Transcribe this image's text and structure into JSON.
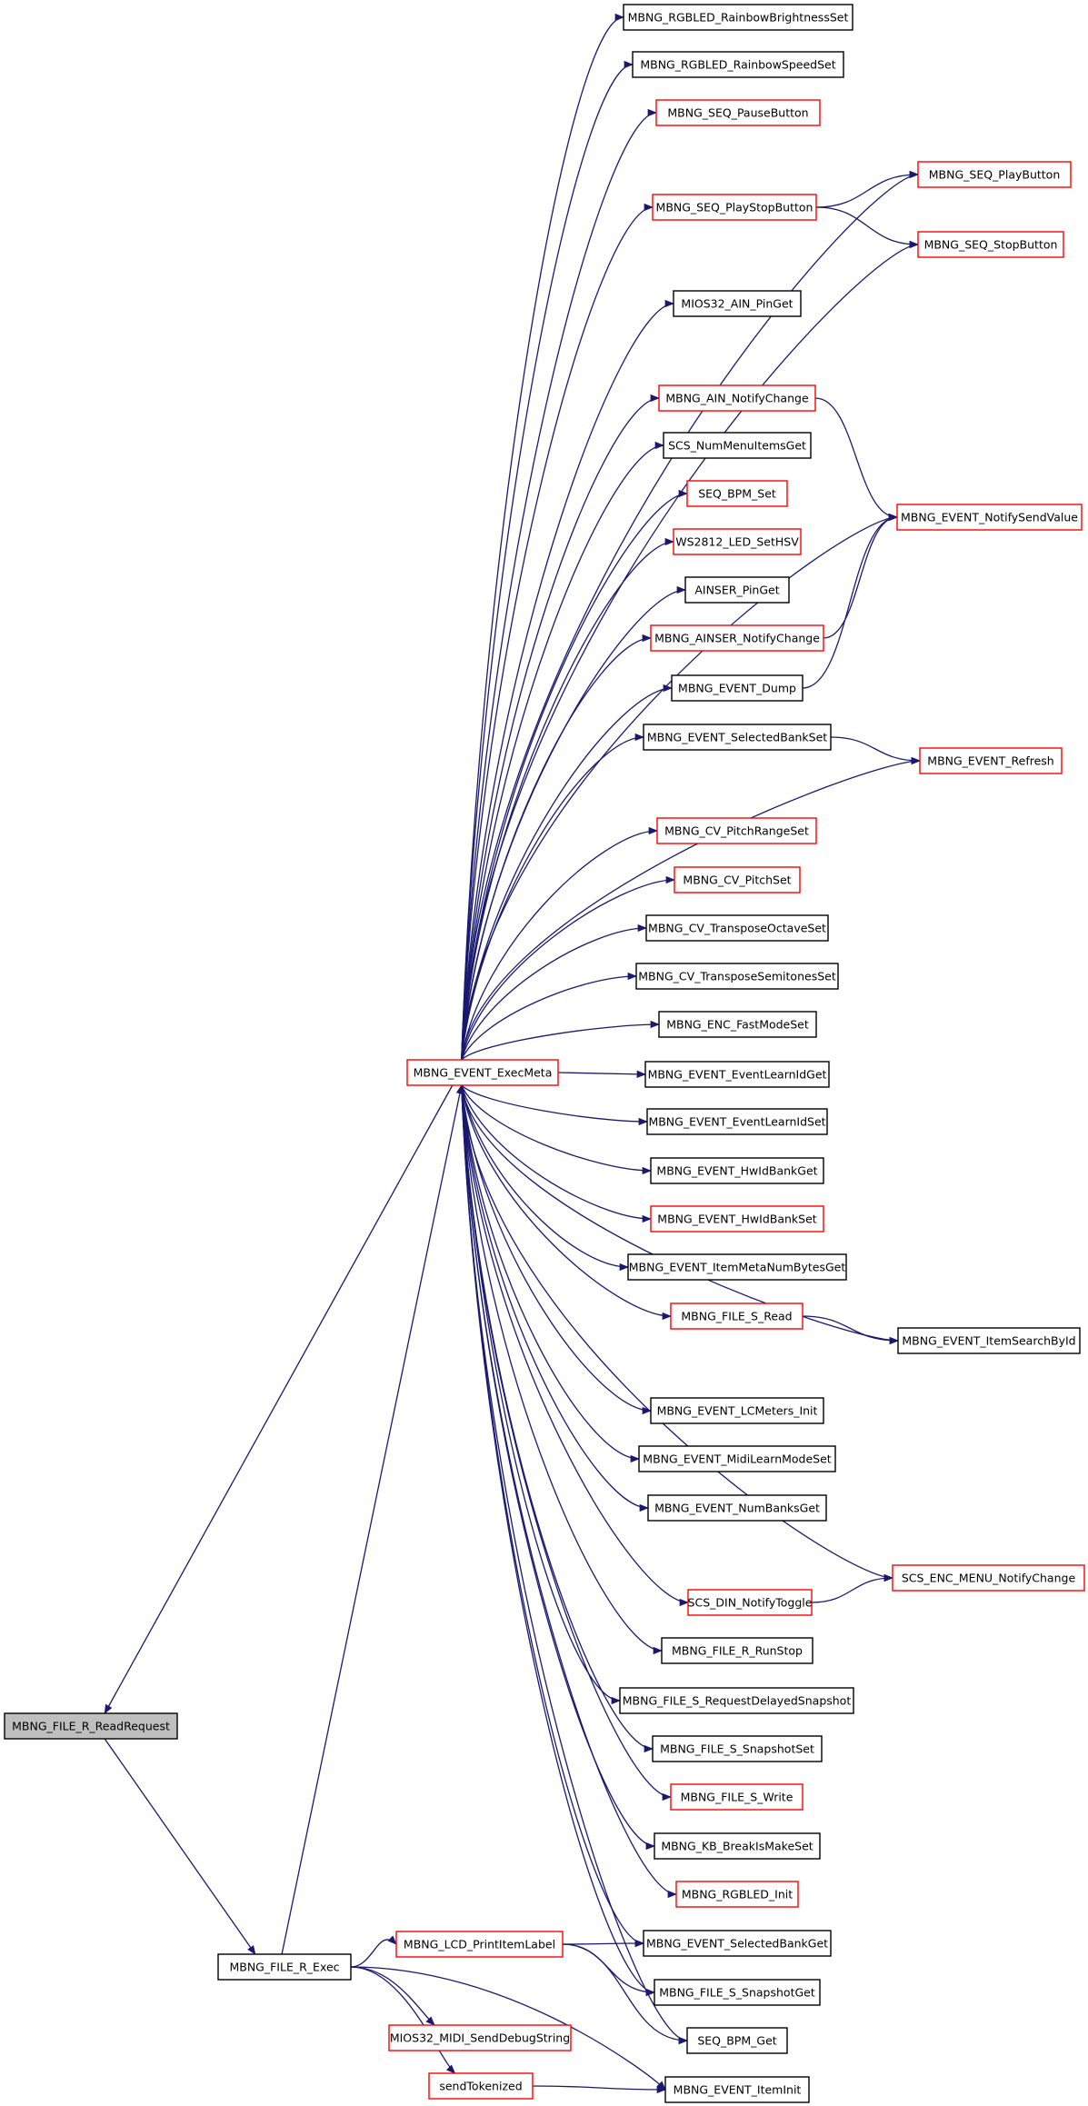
{
  "nodes": [
    {
      "id": "readrequest",
      "label": "MBNG_FILE_R_ReadRequest",
      "style": "root"
    },
    {
      "id": "exec",
      "label": "MBNG_FILE_R_Exec",
      "style": "black"
    },
    {
      "id": "execmeta",
      "label": "MBNG_EVENT_ExecMeta",
      "style": "red"
    },
    {
      "id": "lcdprint",
      "label": "MBNG_LCD_PrintItemLabel",
      "style": "red"
    },
    {
      "id": "sendDebug",
      "label": "MIOS32_MIDI_SendDebugString",
      "style": "red"
    },
    {
      "id": "sendTok",
      "label": "sendTokenized",
      "style": "red"
    },
    {
      "id": "rainbowBright",
      "label": "MBNG_RGBLED_RainbowBrightnessSet",
      "style": "black"
    },
    {
      "id": "rainbowSpeed",
      "label": "MBNG_RGBLED_RainbowSpeedSet",
      "style": "black"
    },
    {
      "id": "seqPause",
      "label": "MBNG_SEQ_PauseButton",
      "style": "red"
    },
    {
      "id": "seqPlay",
      "label": "MBNG_SEQ_PlayButton",
      "style": "red"
    },
    {
      "id": "seqPlayStop",
      "label": "MBNG_SEQ_PlayStopButton",
      "style": "red"
    },
    {
      "id": "seqStop",
      "label": "MBNG_SEQ_StopButton",
      "style": "red"
    },
    {
      "id": "ainPinGet",
      "label": "MIOS32_AIN_PinGet",
      "style": "black"
    },
    {
      "id": "ainNotify",
      "label": "MBNG_AIN_NotifyChange",
      "style": "red"
    },
    {
      "id": "scsNum",
      "label": "SCS_NumMenuItemsGet",
      "style": "black"
    },
    {
      "id": "seqBpmSet",
      "label": "SEQ_BPM_Set",
      "style": "red"
    },
    {
      "id": "notifySend",
      "label": "MBNG_EVENT_NotifySendValue",
      "style": "red"
    },
    {
      "id": "ws2812",
      "label": "WS2812_LED_SetHSV",
      "style": "red"
    },
    {
      "id": "ainserPin",
      "label": "AINSER_PinGet",
      "style": "black"
    },
    {
      "id": "ainserNotify",
      "label": "MBNG_AINSER_NotifyChange",
      "style": "red"
    },
    {
      "id": "evDump",
      "label": "MBNG_EVENT_Dump",
      "style": "black"
    },
    {
      "id": "selBankSet",
      "label": "MBNG_EVENT_SelectedBankSet",
      "style": "black"
    },
    {
      "id": "evRefresh",
      "label": "MBNG_EVENT_Refresh",
      "style": "red"
    },
    {
      "id": "cvPitchRange",
      "label": "MBNG_CV_PitchRangeSet",
      "style": "red"
    },
    {
      "id": "cvPitch",
      "label": "MBNG_CV_PitchSet",
      "style": "red"
    },
    {
      "id": "cvTransOct",
      "label": "MBNG_CV_TransposeOctaveSet",
      "style": "black"
    },
    {
      "id": "cvTransSemi",
      "label": "MBNG_CV_TransposeSemitonesSet",
      "style": "black"
    },
    {
      "id": "encFast",
      "label": "MBNG_ENC_FastModeSet",
      "style": "black"
    },
    {
      "id": "learnGet",
      "label": "MBNG_EVENT_EventLearnIdGet",
      "style": "black"
    },
    {
      "id": "learnSet",
      "label": "MBNG_EVENT_EventLearnIdSet",
      "style": "black"
    },
    {
      "id": "hwBankGet",
      "label": "MBNG_EVENT_HwIdBankGet",
      "style": "black"
    },
    {
      "id": "hwBankSet",
      "label": "MBNG_EVENT_HwIdBankSet",
      "style": "red"
    },
    {
      "id": "itemMeta",
      "label": "MBNG_EVENT_ItemMetaNumBytesGet",
      "style": "black"
    },
    {
      "id": "fileSRead",
      "label": "MBNG_FILE_S_Read",
      "style": "red"
    },
    {
      "id": "itemSearch",
      "label": "MBNG_EVENT_ItemSearchById",
      "style": "black"
    },
    {
      "id": "lcMeters",
      "label": "MBNG_EVENT_LCMeters_Init",
      "style": "black"
    },
    {
      "id": "midiLearn",
      "label": "MBNG_EVENT_MidiLearnModeSet",
      "style": "black"
    },
    {
      "id": "numBanks",
      "label": "MBNG_EVENT_NumBanksGet",
      "style": "black"
    },
    {
      "id": "encMenu",
      "label": "SCS_ENC_MENU_NotifyChange",
      "style": "red"
    },
    {
      "id": "dinToggle",
      "label": "SCS_DIN_NotifyToggle",
      "style": "red"
    },
    {
      "id": "runStop",
      "label": "MBNG_FILE_R_RunStop",
      "style": "black"
    },
    {
      "id": "reqSnap",
      "label": "MBNG_FILE_S_RequestDelayedSnapshot",
      "style": "black"
    },
    {
      "id": "snapSet",
      "label": "MBNG_FILE_S_SnapshotSet",
      "style": "black"
    },
    {
      "id": "fileSWrite",
      "label": "MBNG_FILE_S_Write",
      "style": "red"
    },
    {
      "id": "kbBreak",
      "label": "MBNG_KB_BreakIsMakeSet",
      "style": "black"
    },
    {
      "id": "rgbInit",
      "label": "MBNG_RGBLED_Init",
      "style": "red"
    },
    {
      "id": "selBankGet",
      "label": "MBNG_EVENT_SelectedBankGet",
      "style": "black"
    },
    {
      "id": "snapGet",
      "label": "MBNG_FILE_S_SnapshotGet",
      "style": "black"
    },
    {
      "id": "bpmGet",
      "label": "SEQ_BPM_Get",
      "style": "black"
    },
    {
      "id": "itemInit",
      "label": "MBNG_EVENT_ItemInit",
      "style": "black"
    }
  ],
  "edges": [
    [
      "readrequest",
      "exec"
    ],
    [
      "exec",
      "readrequest"
    ],
    [
      "exec",
      "execmeta"
    ],
    [
      "exec",
      "lcdprint"
    ],
    [
      "exec",
      "sendDebug"
    ],
    [
      "exec",
      "sendTok"
    ],
    [
      "exec",
      "itemInit"
    ],
    [
      "execmeta",
      "readrequest"
    ],
    [
      "execmeta",
      "rainbowBright"
    ],
    [
      "execmeta",
      "rainbowSpeed"
    ],
    [
      "execmeta",
      "seqPause"
    ],
    [
      "execmeta",
      "seqPlay"
    ],
    [
      "execmeta",
      "seqPlayStop"
    ],
    [
      "execmeta",
      "seqStop"
    ],
    [
      "execmeta",
      "ainPinGet"
    ],
    [
      "execmeta",
      "notifySend"
    ],
    [
      "execmeta",
      "ainNotify"
    ],
    [
      "execmeta",
      "scsNum"
    ],
    [
      "execmeta",
      "seqBpmSet"
    ],
    [
      "execmeta",
      "ws2812"
    ],
    [
      "execmeta",
      "ainserPin"
    ],
    [
      "execmeta",
      "ainserNotify"
    ],
    [
      "execmeta",
      "evDump"
    ],
    [
      "execmeta",
      "selBankSet"
    ],
    [
      "execmeta",
      "evRefresh"
    ],
    [
      "execmeta",
      "cvPitchRange"
    ],
    [
      "execmeta",
      "cvPitch"
    ],
    [
      "execmeta",
      "cvTransOct"
    ],
    [
      "execmeta",
      "cvTransSemi"
    ],
    [
      "execmeta",
      "encFast"
    ],
    [
      "execmeta",
      "learnGet"
    ],
    [
      "execmeta",
      "learnSet"
    ],
    [
      "execmeta",
      "hwBankGet"
    ],
    [
      "execmeta",
      "hwBankSet"
    ],
    [
      "execmeta",
      "itemMeta"
    ],
    [
      "execmeta",
      "fileSRead"
    ],
    [
      "execmeta",
      "itemSearch"
    ],
    [
      "execmeta",
      "lcMeters"
    ],
    [
      "execmeta",
      "midiLearn"
    ],
    [
      "execmeta",
      "numBanks"
    ],
    [
      "execmeta",
      "encMenu"
    ],
    [
      "execmeta",
      "dinToggle"
    ],
    [
      "execmeta",
      "runStop"
    ],
    [
      "execmeta",
      "reqSnap"
    ],
    [
      "execmeta",
      "snapSet"
    ],
    [
      "execmeta",
      "fileSWrite"
    ],
    [
      "execmeta",
      "kbBreak"
    ],
    [
      "execmeta",
      "rgbInit"
    ],
    [
      "execmeta",
      "selBankGet"
    ],
    [
      "execmeta",
      "snapGet"
    ],
    [
      "execmeta",
      "bpmGet"
    ],
    [
      "seqPlayStop",
      "seqPlay"
    ],
    [
      "seqPlayStop",
      "seqStop"
    ],
    [
      "ainNotify",
      "notifySend"
    ],
    [
      "ainserNotify",
      "notifySend"
    ],
    [
      "evDump",
      "notifySend"
    ],
    [
      "selBankSet",
      "evRefresh"
    ],
    [
      "fileSRead",
      "itemSearch"
    ],
    [
      "dinToggle",
      "encMenu"
    ],
    [
      "lcdprint",
      "selBankGet"
    ],
    [
      "lcdprint",
      "snapGet"
    ],
    [
      "lcdprint",
      "bpmGet"
    ],
    [
      "sendTok",
      "itemInit"
    ]
  ]
}
